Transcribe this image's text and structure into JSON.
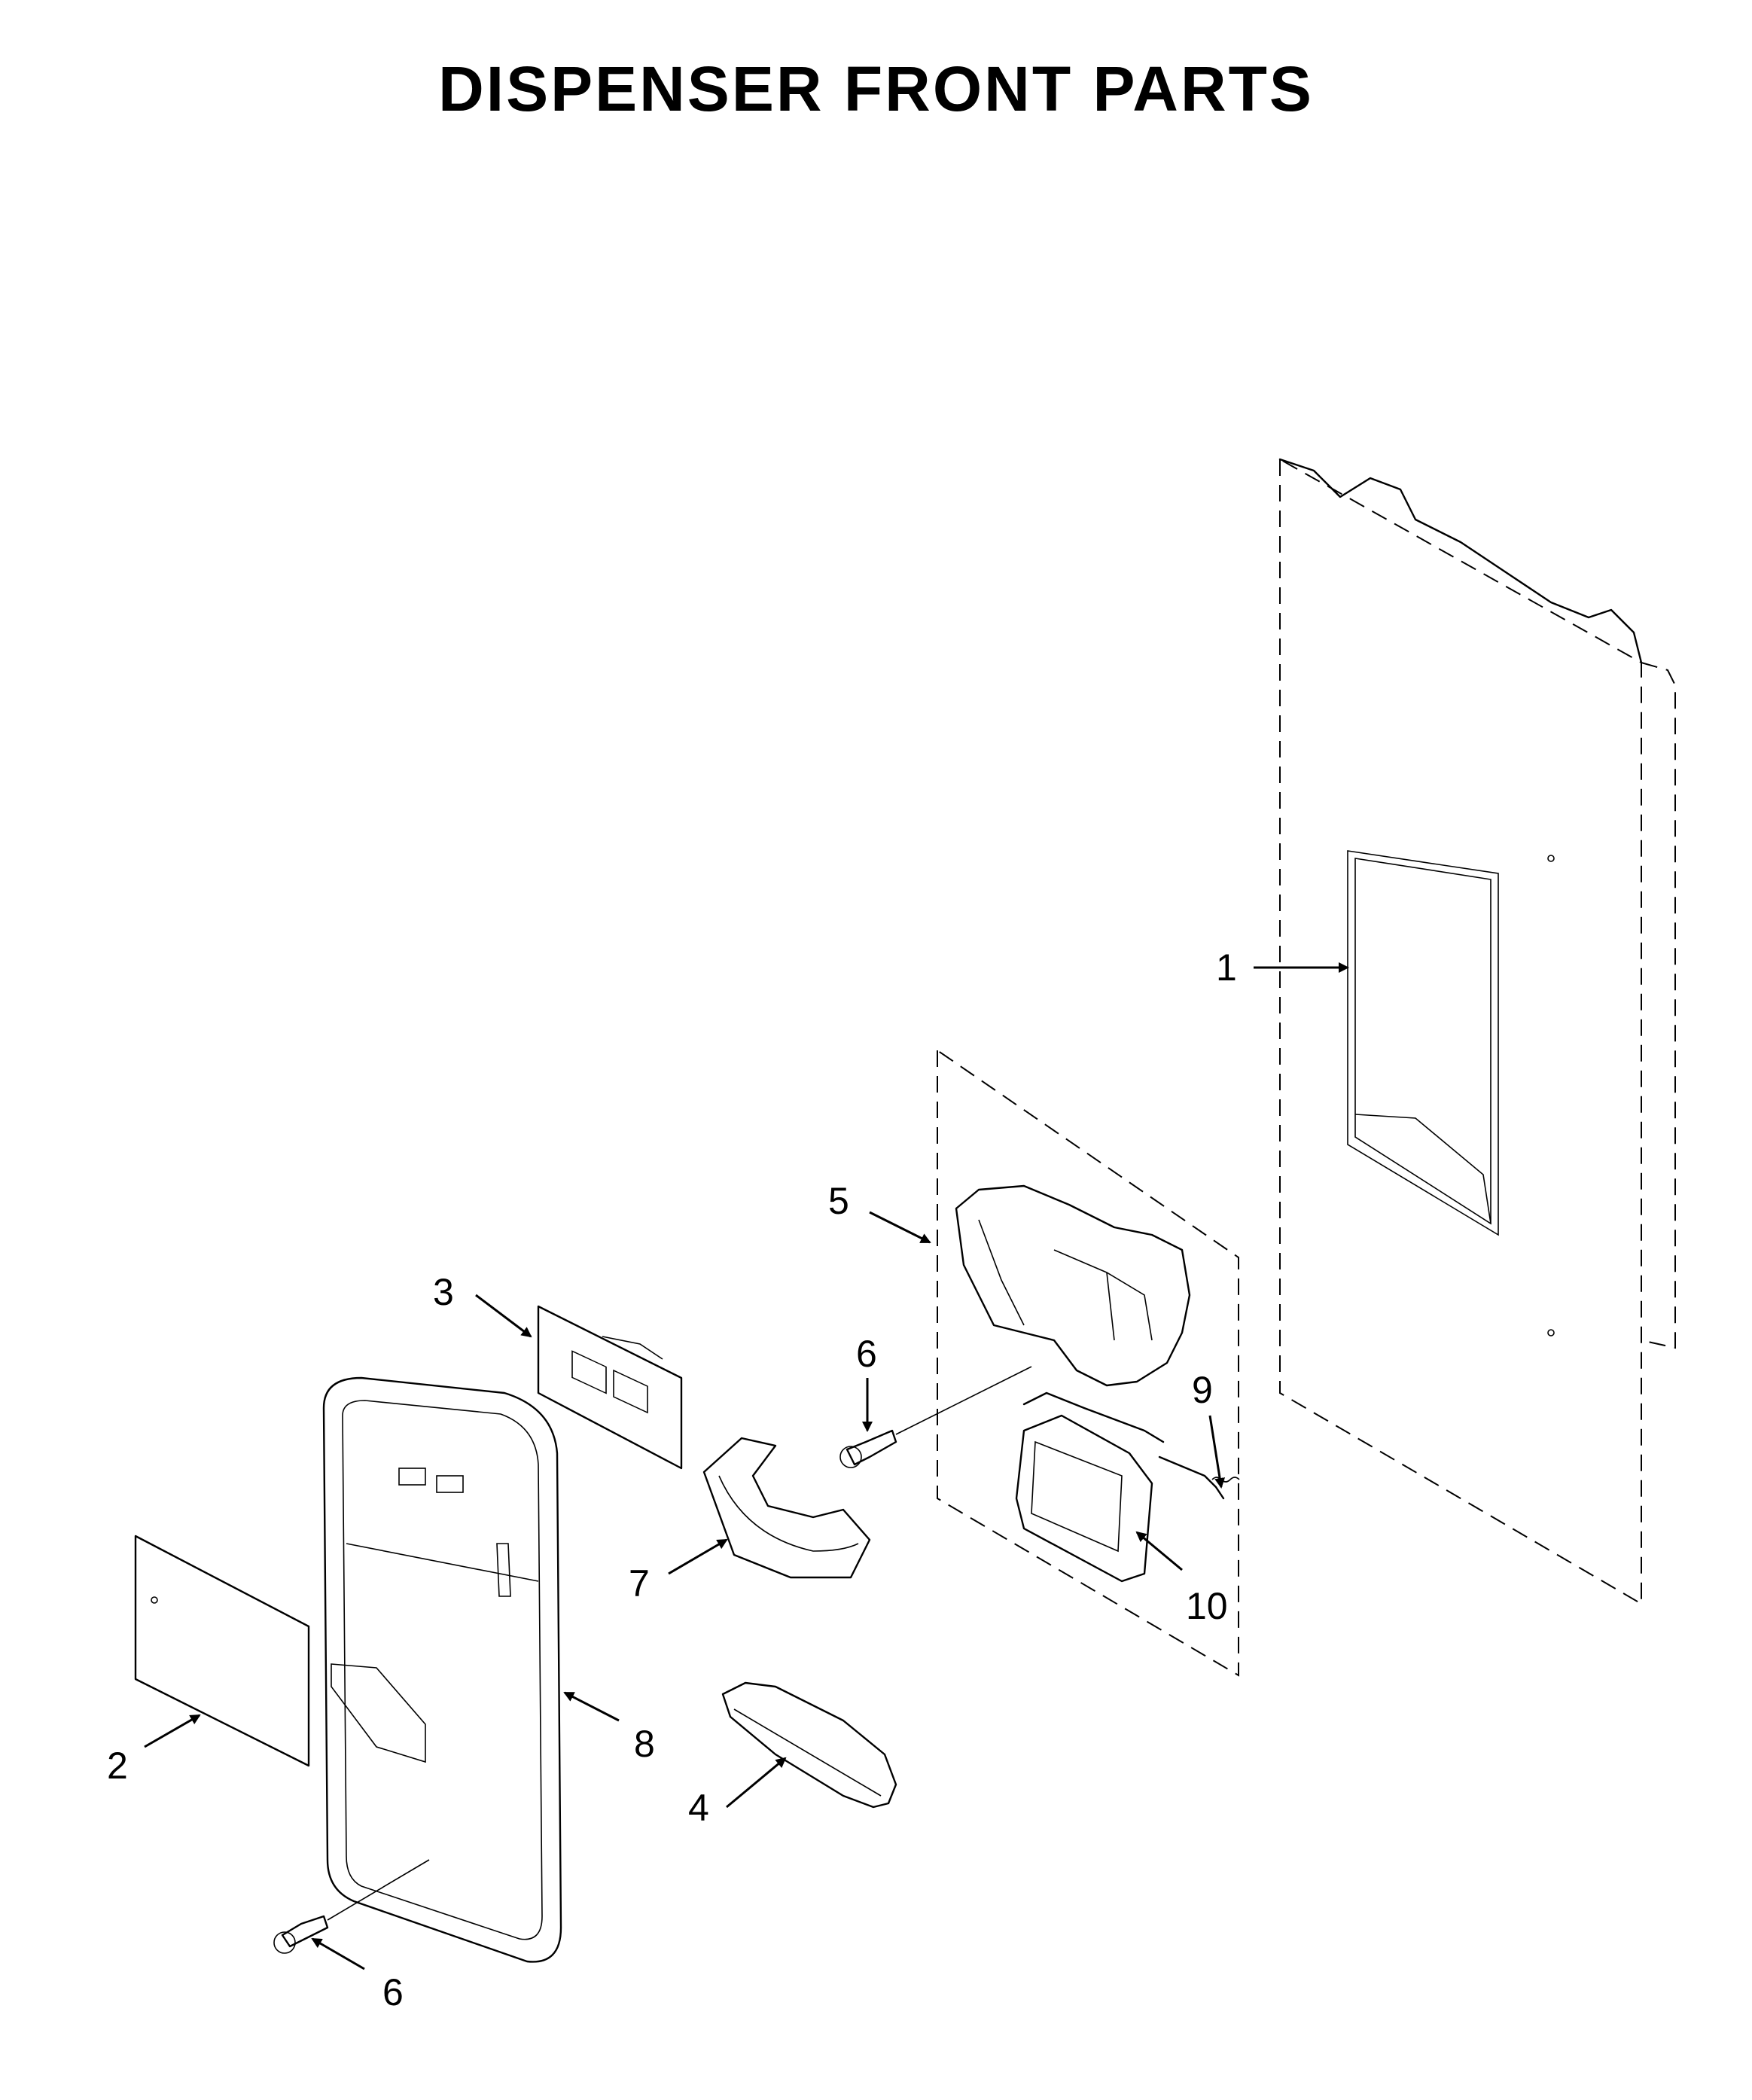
{
  "title": "DISPENSER FRONT PARTS",
  "callouts": [
    {
      "id": "1",
      "label": "1"
    },
    {
      "id": "2",
      "label": "2"
    },
    {
      "id": "3",
      "label": "3"
    },
    {
      "id": "4",
      "label": "4"
    },
    {
      "id": "5",
      "label": "5"
    },
    {
      "id": "6a",
      "label": "6"
    },
    {
      "id": "6b",
      "label": "6"
    },
    {
      "id": "7",
      "label": "7"
    },
    {
      "id": "8",
      "label": "8"
    },
    {
      "id": "9",
      "label": "9"
    },
    {
      "id": "10",
      "label": "10"
    }
  ]
}
